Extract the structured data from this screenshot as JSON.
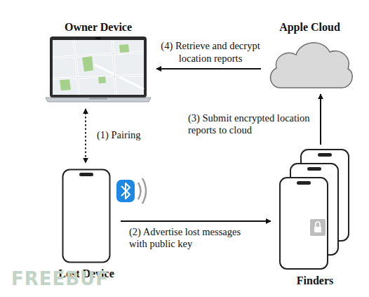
{
  "diagram": {
    "nodes": [
      {
        "text": [
          "Owner Device"
        ]
      },
      {
        "text": [
          "Apple Cloud"
        ]
      },
      {
        "text": [
          "Lost Device"
        ]
      },
      {
        "text": [
          "Finders"
        ]
      }
    ],
    "edges": [
      {
        "from": 1,
        "to": 0,
        "arrow": "to",
        "label": "(4) Retrieve and decrypt location reports"
      },
      {
        "from": 0,
        "to": 2,
        "arrow": "both",
        "label": "(1) Pairing"
      },
      {
        "from": 3,
        "to": 1,
        "arrow": "to",
        "label": "(3) Submit encrypted location reports to cloud"
      },
      {
        "from": 2,
        "to": 3,
        "arrow": "to",
        "label": "(2) Advertise lost messages with public key"
      }
    ],
    "labels": [
      "FREEBUF"
    ]
  }
}
